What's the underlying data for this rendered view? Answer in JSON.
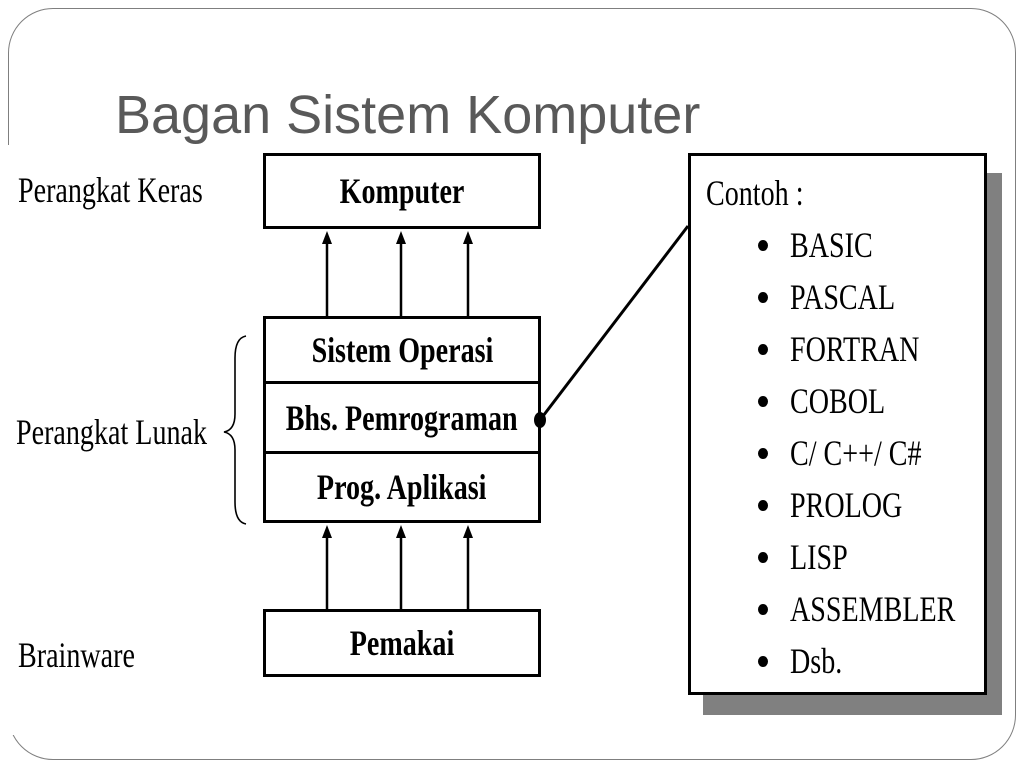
{
  "slide": {
    "title": "Bagan Sistem Komputer"
  },
  "diagram": {
    "labels": {
      "hardware": "Perangkat Keras",
      "software": "Perangkat Lunak",
      "brainware": "Brainware"
    },
    "boxes": {
      "computer": "Komputer",
      "operating_system": "Sistem Operasi",
      "programming_language": "Bhs. Pemrograman",
      "application": "Prog. Aplikasi",
      "user": "Pemakai"
    },
    "examples": {
      "heading": "Contoh :",
      "items": [
        "BASIC",
        "PASCAL",
        "FORTRAN",
        "COBOL",
        "C/ C++/ C#",
        "PROLOG",
        "LISP",
        "ASSEMBLER",
        "Dsb."
      ]
    }
  },
  "colors": {
    "title": "#595959",
    "frame": "#7f7f7f",
    "ink": "#000000",
    "shadow": "#808080",
    "background": "#ffffff"
  }
}
